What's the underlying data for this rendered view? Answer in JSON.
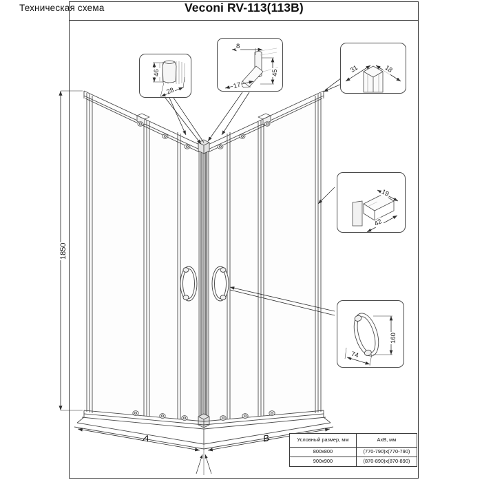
{
  "header": {
    "left_title": "Техническая схема",
    "right_title": "Veconi RV-113(113B)"
  },
  "main_dimensions": {
    "height_label": "1850",
    "base_left_label": "A",
    "base_right_label": "B"
  },
  "callouts": [
    {
      "id": "profile-top-rail",
      "dims": [
        {
          "id": "d46",
          "value": "46"
        },
        {
          "id": "d28",
          "value": "28"
        }
      ]
    },
    {
      "id": "corner-joint-detail",
      "dims": [
        {
          "id": "d8",
          "value": "8"
        },
        {
          "id": "d45",
          "value": "45"
        },
        {
          "id": "d17",
          "value": "17"
        }
      ]
    },
    {
      "id": "corner-post-section",
      "dims": [
        {
          "id": "d31",
          "value": "31"
        },
        {
          "id": "d18",
          "value": "18"
        }
      ]
    },
    {
      "id": "side-profile-section",
      "dims": [
        {
          "id": "d19",
          "value": "19"
        },
        {
          "id": "d42",
          "value": "42"
        }
      ]
    },
    {
      "id": "door-handle-detail",
      "dims": [
        {
          "id": "d160",
          "value": "160"
        },
        {
          "id": "d74",
          "value": "74"
        }
      ]
    }
  ],
  "spec_table": {
    "headers": [
      "Условный размер, мм",
      "AxB, мм"
    ],
    "rows": [
      [
        "800x800",
        "(770-790)x(770-790)"
      ],
      [
        "900x900",
        "(870-890)x(870-890)"
      ]
    ]
  },
  "colors": {
    "line": "#4a4a4a",
    "line_dark": "#2f2f2f",
    "glass": "#fdfdfd",
    "metal": "#c9c9c9"
  }
}
